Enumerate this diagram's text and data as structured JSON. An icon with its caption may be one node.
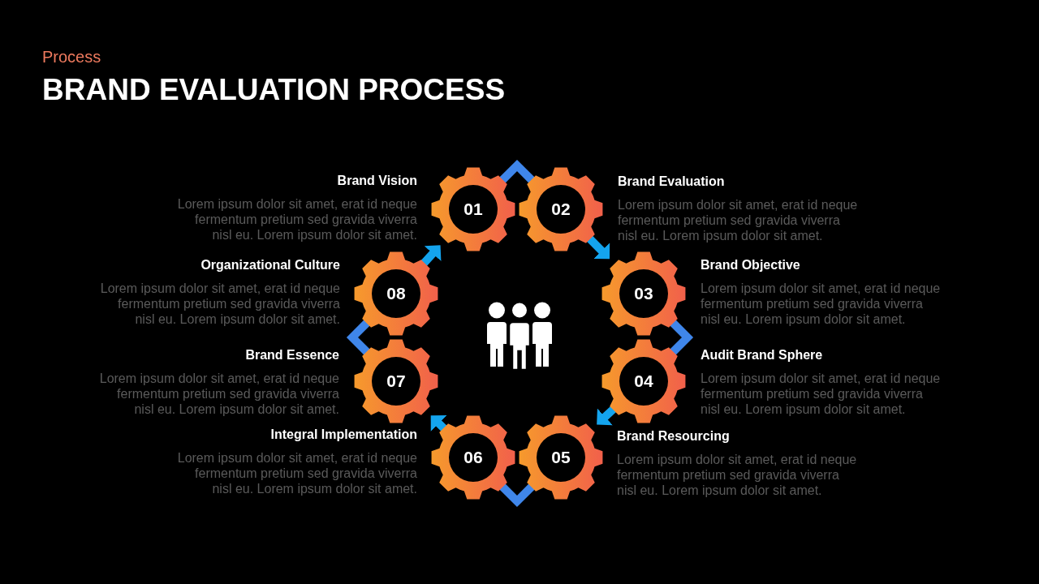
{
  "diagram": {
    "title": "BRAND EVALUATION PROCESS",
    "nodes": [
      {
        "text": [
          "01"
        ],
        "beside": [
          "Brand Vision",
          "Lorem ipsum dolor sit amet, erat id neque fermentum pretium sed gravida viverra nisl eu. Lorem ipsum dolor sit amet."
        ]
      },
      {
        "text": [
          "02"
        ],
        "beside": [
          "Brand Evaluation",
          "Lorem ipsum dolor sit amet, erat id neque fermentum pretium sed gravida viverra nisl eu. Lorem ipsum dolor sit amet."
        ]
      },
      {
        "text": [
          "03"
        ],
        "beside": [
          "Brand Objective",
          "Lorem ipsum dolor sit amet, erat id neque fermentum pretium sed gravida viverra nisl eu. Lorem ipsum dolor sit amet."
        ]
      },
      {
        "text": [
          "04"
        ],
        "beside": [
          "Audit Brand Sphere",
          "Lorem ipsum dolor sit amet, erat id neque fermentum pretium sed gravida viverra nisl eu. Lorem ipsum dolor sit amet."
        ]
      },
      {
        "text": [
          "05"
        ],
        "beside": [
          "Brand Resourcing",
          "Lorem ipsum dolor sit amet, erat id neque fermentum pretium sed gravida viverra nisl eu. Lorem ipsum dolor sit amet."
        ]
      },
      {
        "text": [
          "06"
        ],
        "beside": [
          "Integral Implementation",
          "Lorem ipsum dolor sit amet, erat id neque fermentum pretium sed gravida viverra nisl eu. Lorem ipsum dolor sit amet."
        ]
      },
      {
        "text": [
          "07"
        ],
        "beside": [
          "Brand Essence",
          "Lorem ipsum dolor sit amet, erat id neque fermentum pretium sed gravida viverra nisl eu. Lorem ipsum dolor sit amet."
        ]
      },
      {
        "text": [
          "08"
        ],
        "beside": [
          "Organizational Culture",
          "Lorem ipsum dolor sit amet, erat id neque fermentum pretium sed gravida viverra nisl eu. Lorem ipsum dolor sit amet."
        ]
      }
    ],
    "edges": [
      {
        "from": 0,
        "to": 1,
        "arrow": "none"
      },
      {
        "from": 1,
        "to": 2,
        "arrow": "to",
        "color": "#14a4ee"
      },
      {
        "from": 2,
        "to": 3,
        "arrow": "none"
      },
      {
        "from": 3,
        "to": 4,
        "arrow": "to",
        "color": "#14a4ee"
      },
      {
        "from": 4,
        "to": 5,
        "arrow": "none"
      },
      {
        "from": 5,
        "to": 6,
        "arrow": "to",
        "color": "#14a4ee"
      },
      {
        "from": 6,
        "to": 7,
        "arrow": "none"
      },
      {
        "from": 7,
        "to": 0,
        "arrow": "to",
        "color": "#14a4ee"
      }
    ],
    "labels": [
      "Process"
    ]
  }
}
